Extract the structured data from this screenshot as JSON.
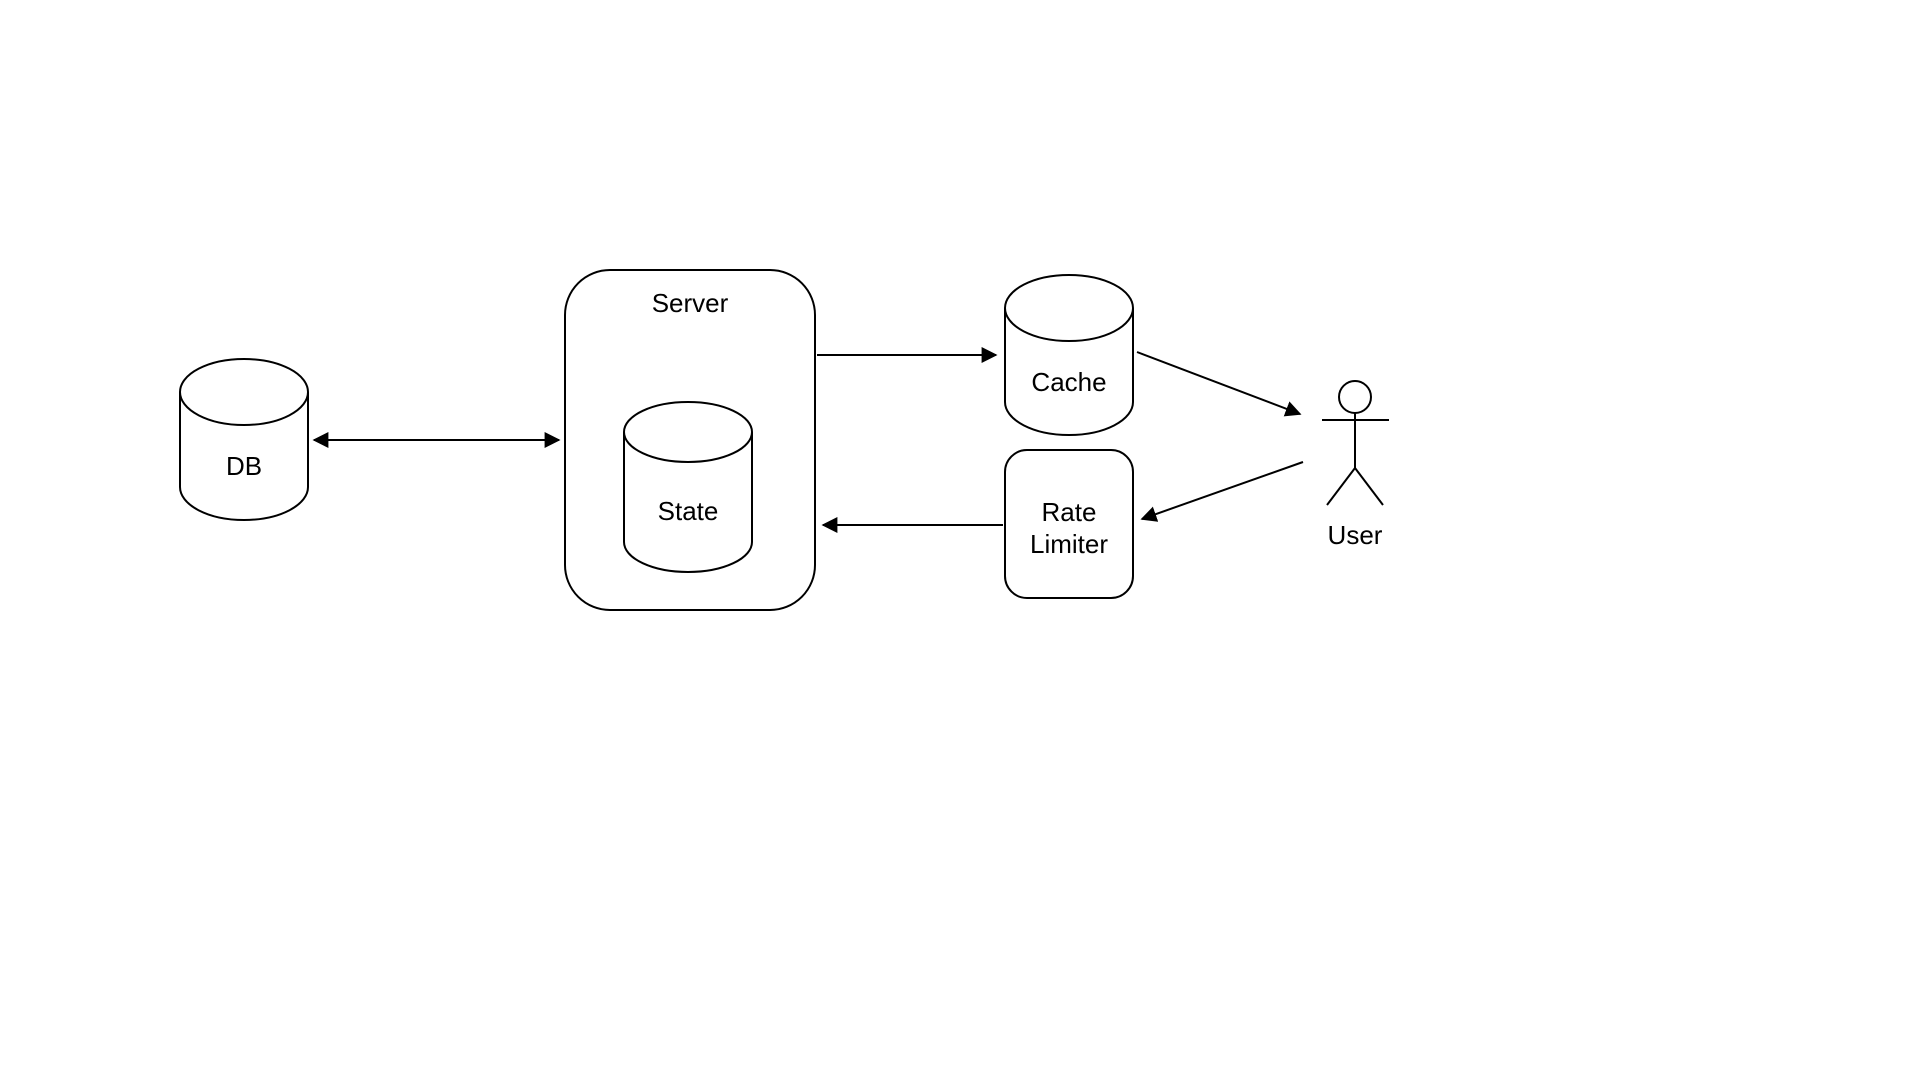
{
  "diagram": {
    "nodes": {
      "db": {
        "label": "DB",
        "shape": "cylinder"
      },
      "server": {
        "label": "Server",
        "shape": "rounded-rect"
      },
      "state": {
        "label": "State",
        "shape": "cylinder",
        "parent": "server"
      },
      "cache": {
        "label": "Cache",
        "shape": "cylinder"
      },
      "rate_limiter": {
        "label_line1": "Rate",
        "label_line2": "Limiter",
        "shape": "rounded-rect"
      },
      "user": {
        "label": "User",
        "shape": "actor"
      }
    },
    "edges": [
      {
        "from": "db",
        "to": "server",
        "direction": "bidirectional"
      },
      {
        "from": "server",
        "to": "cache",
        "direction": "forward"
      },
      {
        "from": "cache",
        "to": "user",
        "direction": "forward"
      },
      {
        "from": "user",
        "to": "rate_limiter",
        "direction": "forward"
      },
      {
        "from": "rate_limiter",
        "to": "server",
        "direction": "forward"
      }
    ],
    "colors": {
      "stroke": "#000000",
      "fill": "#ffffff",
      "background": "#ffffff"
    }
  }
}
